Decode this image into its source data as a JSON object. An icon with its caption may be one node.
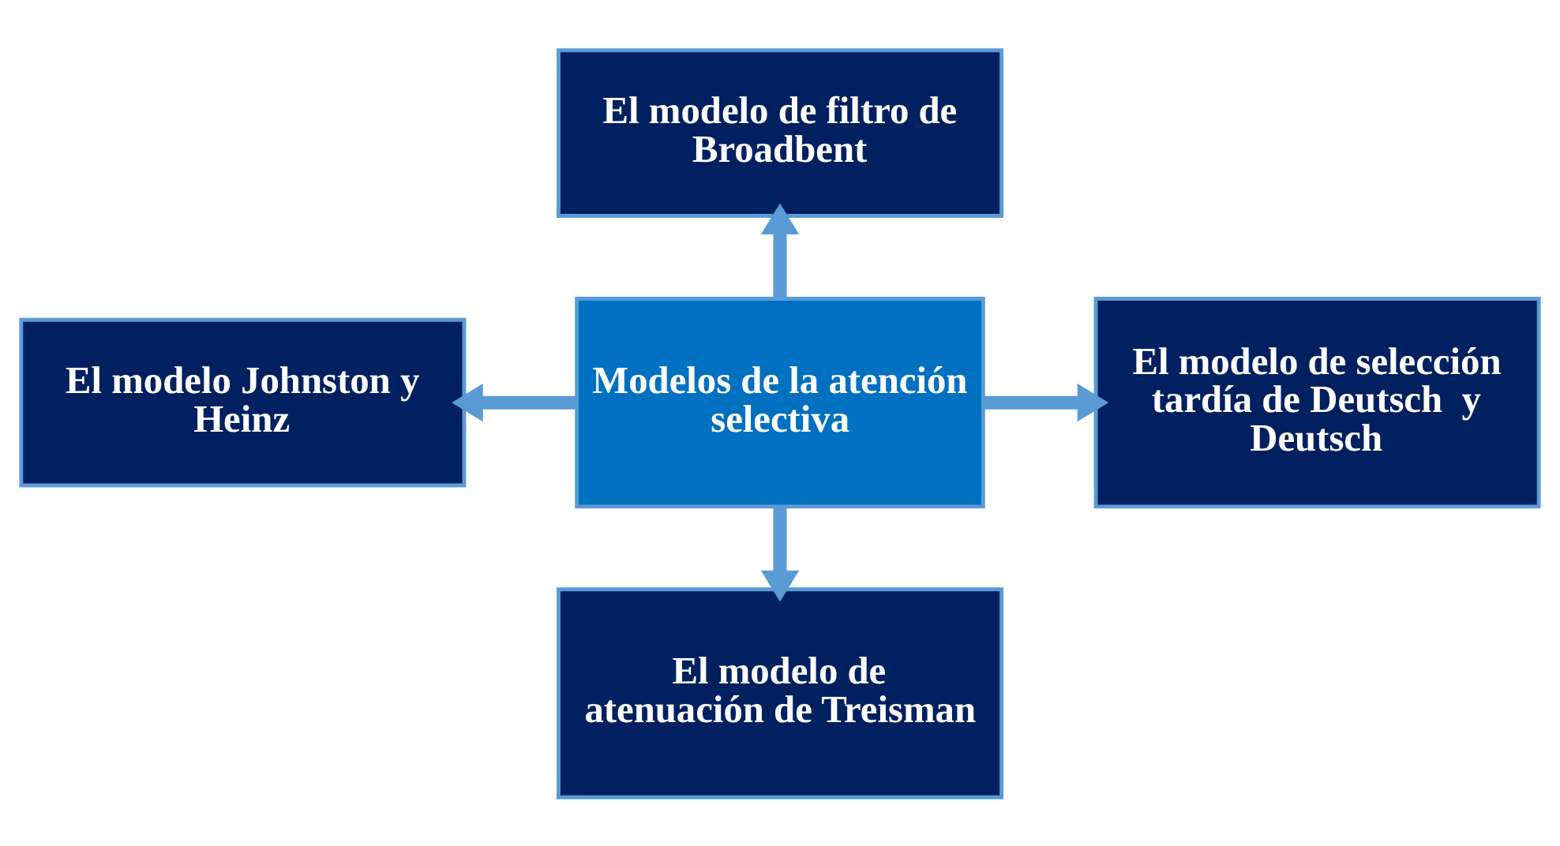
{
  "diagram": {
    "nodes": [
      {
        "text": [
          "El modelo de filtro de Broadbent"
        ]
      },
      {
        "text": [
          "El modelo Johnston y Heinz"
        ]
      },
      {
        "text": [
          "Modelos de la atención selectiva"
        ]
      },
      {
        "text": [
          "El modelo de selección tardía de Deutsch  y Deutsch"
        ]
      },
      {
        "text": [
          "El modelo de atenuación de Treisman"
        ]
      }
    ],
    "edges": [
      {
        "from": 2,
        "to": 0,
        "arrow": "to"
      },
      {
        "from": 2,
        "to": 1,
        "arrow": "to"
      },
      {
        "from": 2,
        "to": 3,
        "arrow": "to"
      },
      {
        "from": 2,
        "to": 4,
        "arrow": "to"
      }
    ]
  }
}
